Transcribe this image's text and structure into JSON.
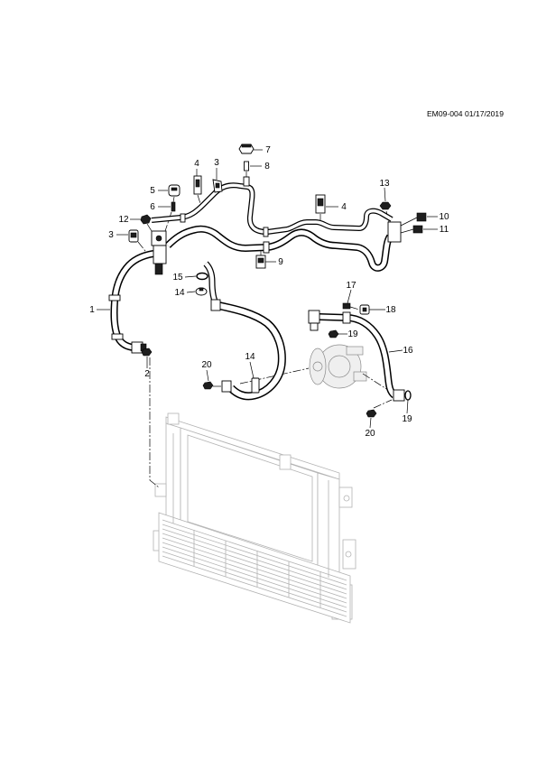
{
  "header": {
    "reference": "EM09-004 01/17/2019"
  },
  "callouts": [
    "7",
    "8",
    "4",
    "3",
    "5",
    "6",
    "12",
    "3",
    "4",
    "13",
    "10",
    "11",
    "9",
    "15",
    "14",
    "1",
    "17",
    "18",
    "19",
    "16",
    "2",
    "20",
    "14",
    "20",
    "19"
  ],
  "colors": {
    "line": "#000000",
    "radiator": "#b3b3b3",
    "compressor": "#8a8a8a",
    "background": "#ffffff"
  }
}
